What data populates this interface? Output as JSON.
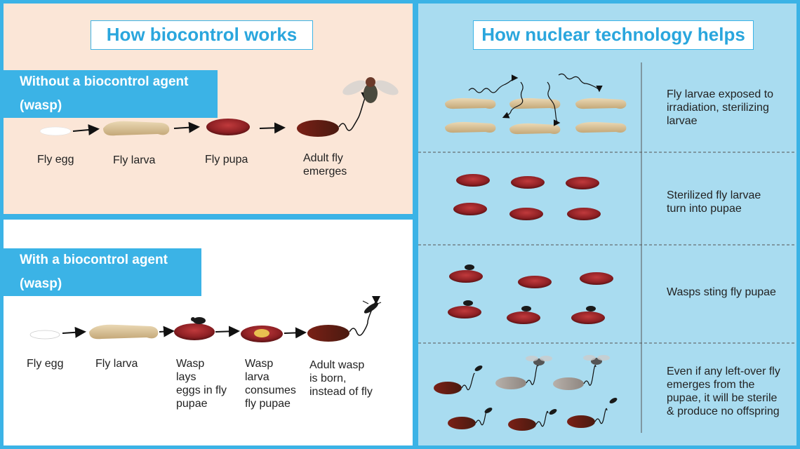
{
  "left": {
    "title": "How biocontrol works",
    "without": {
      "tag": "Without a biocontrol agent (wasp)",
      "stages": [
        "Fly egg",
        "Fly larva",
        "Fly pupa",
        "Adult fly\nemerges"
      ]
    },
    "with": {
      "tag": "With a biocontrol agent (wasp)",
      "stages": [
        "Fly egg",
        "Fly larva",
        "Wasp\nlays\neggs in fly\npupae",
        "Wasp\nlarva\nconsumes\nfly pupae",
        "Adult wasp\nis born,\ninstead of fly"
      ]
    }
  },
  "right": {
    "title": "How nuclear technology helps",
    "rows": [
      "Fly larvae exposed to\nirradiation, sterilizing\nlarvae",
      "Sterilized fly larvae\nturn into pupae",
      "Wasps sting fly pupae",
      "Even if any left-over fly\nemerges from the\npupae, it will be sterile\n& produce no offspring"
    ]
  },
  "colors": {
    "frame": "#3bb3e6",
    "left_top_bg": "#fbe6d7",
    "right_bg": "#a9dcf0",
    "title_text": "#2aa6dd",
    "pupa": "#8e2024",
    "larva": "#d9c39a"
  }
}
